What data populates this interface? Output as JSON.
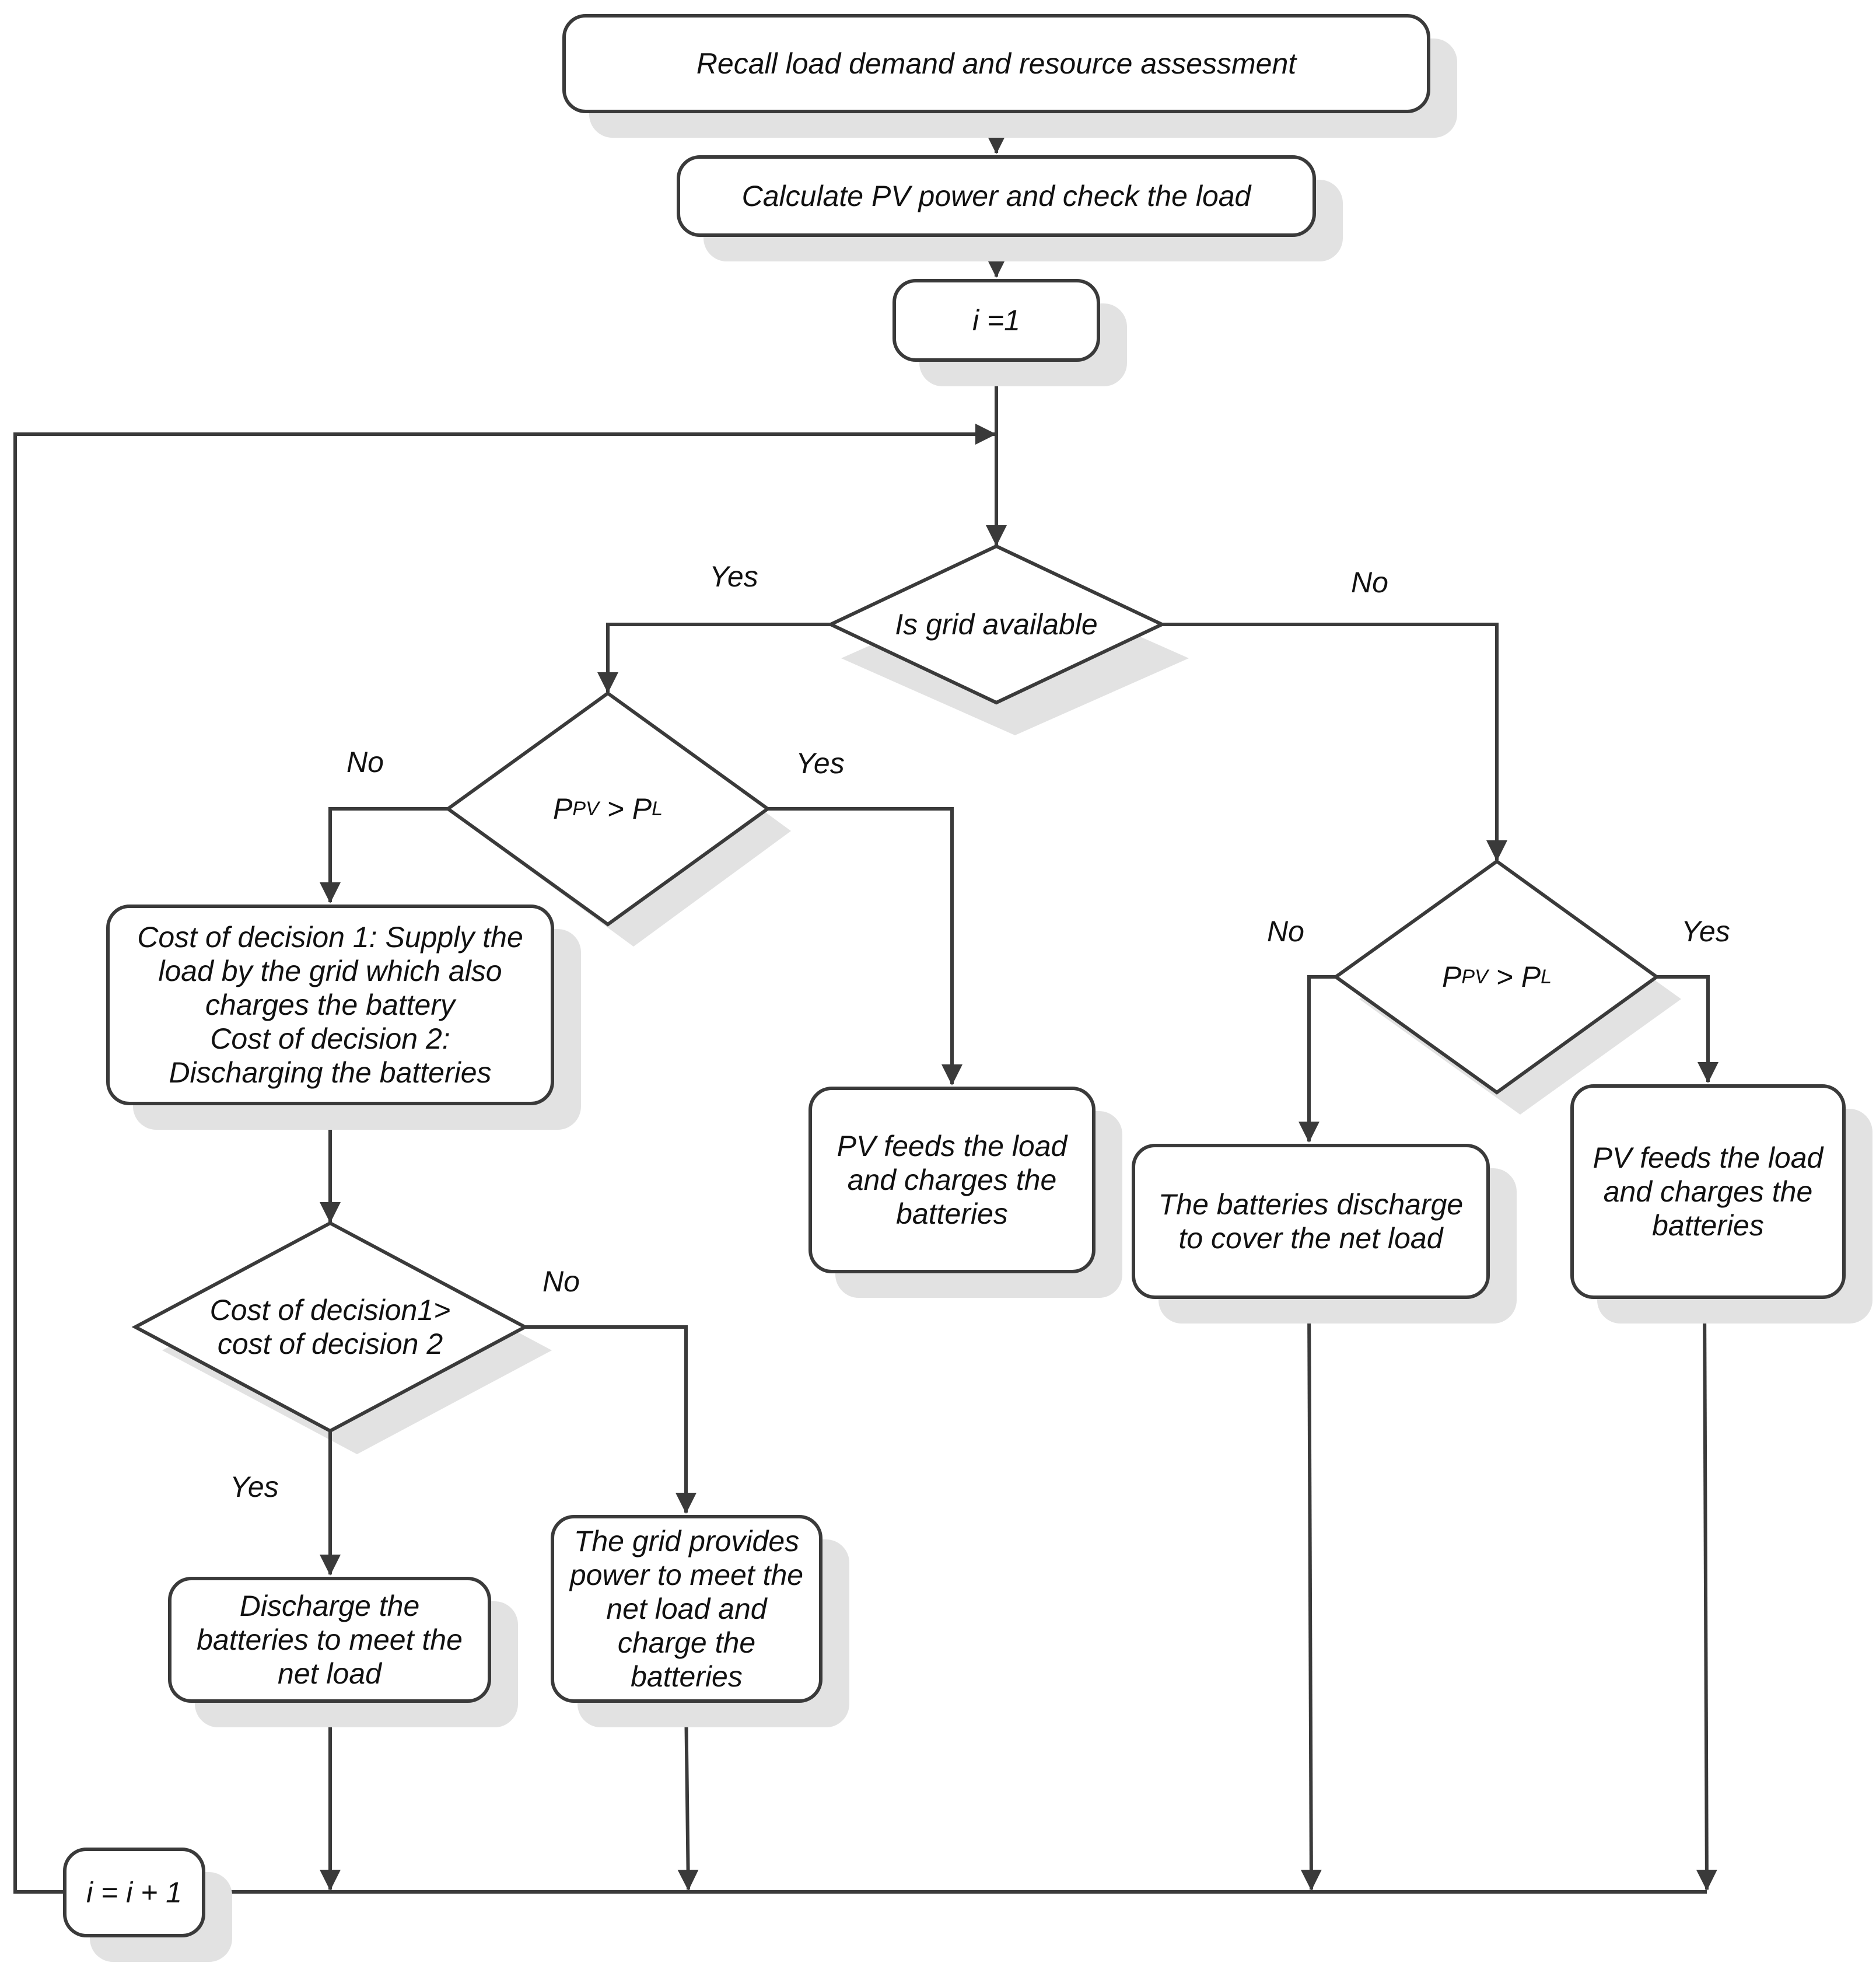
{
  "boxes": {
    "recall": "Recall load demand and resource assessment",
    "calc": "Calculate PV power and check the load",
    "init": "i =1",
    "costs": "Cost of decision 1: Supply the\nload by the grid which also\ncharges the battery\nCost of decision 2:\nDischarging the batteries",
    "pv_feeds_left": "PV feeds the load\nand charges the\nbatteries",
    "batt_discharge_net": "The batteries discharge\nto cover the net load",
    "pv_feeds_right": "PV feeds the load\nand charges the\nbatteries",
    "discharge": "Discharge the\nbatteries to meet the\nnet load",
    "grid_provides": "The grid provides\npower to meet the\nnet load and\ncharge the\nbatteries",
    "increment": "i = i + 1"
  },
  "decisions": {
    "grid": "Is grid available",
    "ppv_left": {
      "p": "P",
      "pv_sub": "PV",
      "op": " > ",
      "l": "P",
      "l_sub": "L"
    },
    "ppv_right": {
      "p": "P",
      "pv_sub": "PV",
      "op": " > ",
      "l": "P",
      "l_sub": "L"
    },
    "cost_compare": "Cost of decision1>\ncost of decision 2"
  },
  "labels": {
    "grid_yes": "Yes",
    "grid_no": "No",
    "left_no": "No",
    "left_yes": "Yes",
    "right_no": "No",
    "right_yes": "Yes",
    "cost_no": "No",
    "cost_yes": "Yes"
  },
  "colors": {
    "line": "#3a3a3a",
    "shadow": "#e2e2e2",
    "text": "#111111"
  }
}
